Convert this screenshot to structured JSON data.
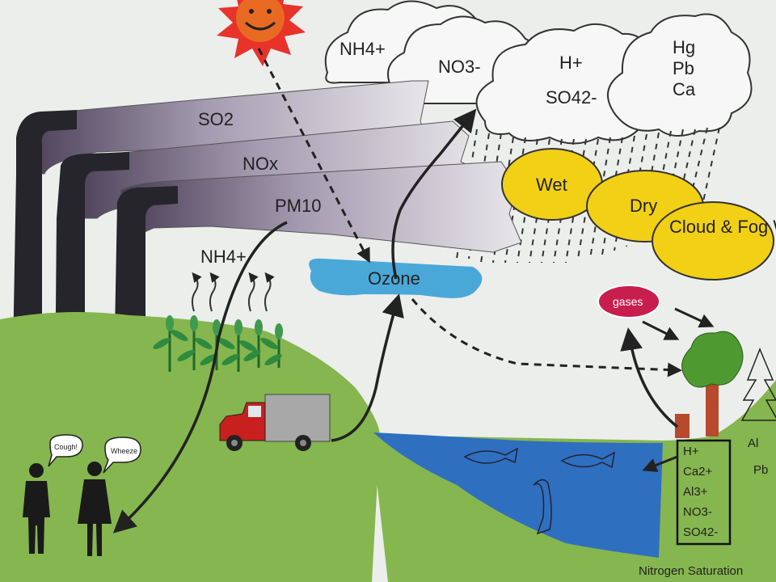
{
  "labels": {
    "cloud_nh4": "NH4+",
    "cloud_no3": "NO3-",
    "cloud_h": "H+",
    "cloud_so4": "SO42-",
    "metals": [
      "Hg",
      "Pb",
      "Ca"
    ],
    "plume_so2": "SO2",
    "plume_nox": "NOx",
    "plume_pm10": "PM10",
    "crop_nh4": "NH4+",
    "ozone": "Ozone",
    "deposition": [
      "Wet",
      "Dry",
      "Cloud & Fog Water"
    ],
    "gases": "gases",
    "speech_man": "Cough!",
    "speech_woman": "Wheeze",
    "soil_ions": [
      "H+",
      "Ca2+",
      "Al3+",
      "NO3-",
      "SO42-"
    ],
    "side_al": "Al",
    "side_pb": "Pb",
    "caption": "Nitrogen Saturation"
  },
  "colors": {
    "background": "#eceeec",
    "grass": "#86b64f",
    "smokestack": "#25252b",
    "ozone": "#4aa8d8",
    "lake": "#2f6fc0",
    "deposition": "#f2d016",
    "gases": "#c81e4e",
    "sun": "#e8322a"
  }
}
